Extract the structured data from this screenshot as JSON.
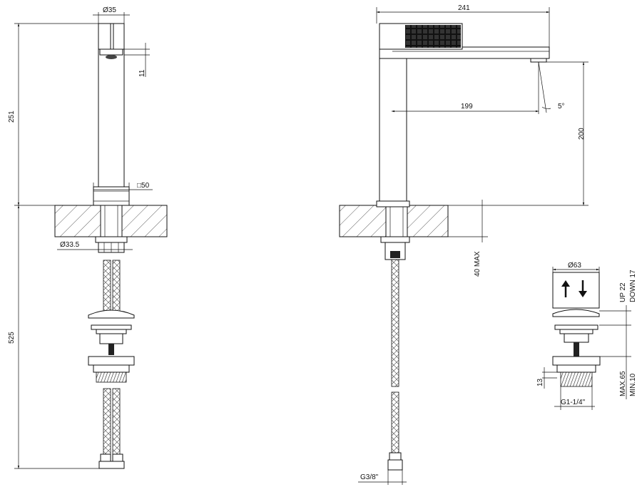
{
  "front_view": {
    "dim_body_diameter": "Ø35",
    "dim_total_height": "251",
    "dim_aerator_offset": "11",
    "dim_base_square": "□50",
    "dim_shank_diameter": "Ø33.5",
    "dim_hose_length": "525"
  },
  "side_view": {
    "dim_spout_length": "241",
    "dim_reach": "199",
    "dim_spout_angle": "5°",
    "dim_spout_height": "200",
    "dim_max_thickness": "40 MAX",
    "dim_hose_thread": "G3/8\""
  },
  "waste_detail": {
    "dim_plug_diameter": "Ø63",
    "dim_stroke": "UP 22\nDOWN 17",
    "dim_stroke_up": "UP 22",
    "dim_stroke_down": "DOWN 17",
    "dim_collar_height": "13",
    "dim_range_max": "MAX.65",
    "dim_range_min": "MIN.10",
    "dim_thread": "G1-1/4\""
  }
}
